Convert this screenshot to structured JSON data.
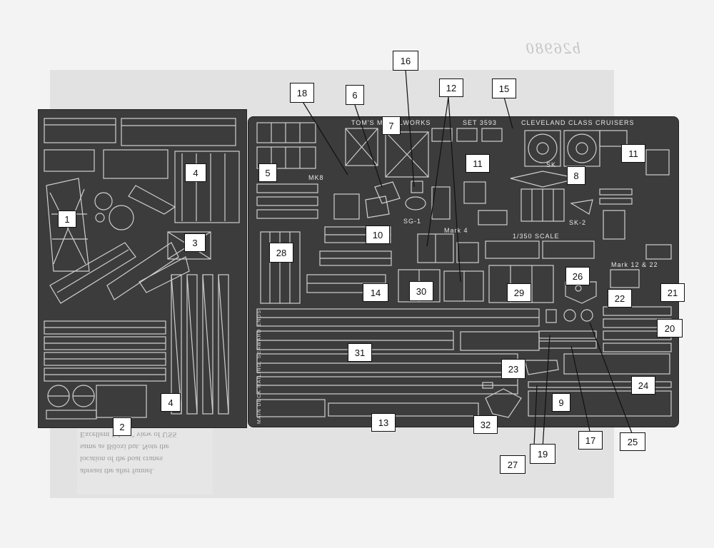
{
  "mirror_mark": "b26980",
  "ghost_caption": [
    "abreast the after funnel.",
    "location of the boat cranes",
    "same as Biloxi but. Note the",
    "Excellent \"clean\" view of USS"
  ],
  "etch_text": {
    "brand": "TOM'S MODELWORKS",
    "set": "SET 3593",
    "title": "CLEVELAND CLASS CRUISERS",
    "scale": "1/350 SCALE",
    "mark4": "Mark 4",
    "sk": "SK",
    "sk2": "SK-2",
    "sg1": "SG-1",
    "mk12": "Mark 12 & 22",
    "mk8": "MK8",
    "vertical": "MAIN DECK RAILING, SEAWARD ENDS"
  },
  "labels": [
    {
      "id": "c1",
      "text": "1"
    },
    {
      "id": "c2",
      "text": "2"
    },
    {
      "id": "c3",
      "text": "3"
    },
    {
      "id": "c4a",
      "text": "4"
    },
    {
      "id": "c4b",
      "text": "4"
    },
    {
      "id": "c5",
      "text": "5"
    },
    {
      "id": "c6",
      "text": "6"
    },
    {
      "id": "c7",
      "text": "7"
    },
    {
      "id": "c8",
      "text": "8"
    },
    {
      "id": "c9",
      "text": "9"
    },
    {
      "id": "c10",
      "text": "10"
    },
    {
      "id": "c11a",
      "text": "11"
    },
    {
      "id": "c11b",
      "text": "11"
    },
    {
      "id": "c12",
      "text": "12"
    },
    {
      "id": "c13",
      "text": "13"
    },
    {
      "id": "c14",
      "text": "14"
    },
    {
      "id": "c15",
      "text": "15"
    },
    {
      "id": "c16",
      "text": "16"
    },
    {
      "id": "c17",
      "text": "17"
    },
    {
      "id": "c18",
      "text": "18"
    },
    {
      "id": "c19",
      "text": "19"
    },
    {
      "id": "c20",
      "text": "20"
    },
    {
      "id": "c21",
      "text": "21"
    },
    {
      "id": "c22",
      "text": "22"
    },
    {
      "id": "c23",
      "text": "23"
    },
    {
      "id": "c24",
      "text": "24"
    },
    {
      "id": "c25",
      "text": "25"
    },
    {
      "id": "c26",
      "text": "26"
    },
    {
      "id": "c27",
      "text": "27"
    },
    {
      "id": "c28",
      "text": "28"
    },
    {
      "id": "c29",
      "text": "29"
    },
    {
      "id": "c30",
      "text": "30"
    },
    {
      "id": "c31",
      "text": "31"
    },
    {
      "id": "c32",
      "text": "32"
    }
  ],
  "colors": {
    "sheet": "#3c3c3c",
    "part": "#cfcfcf",
    "label_bg": "#ffffff",
    "line": "#111111"
  }
}
